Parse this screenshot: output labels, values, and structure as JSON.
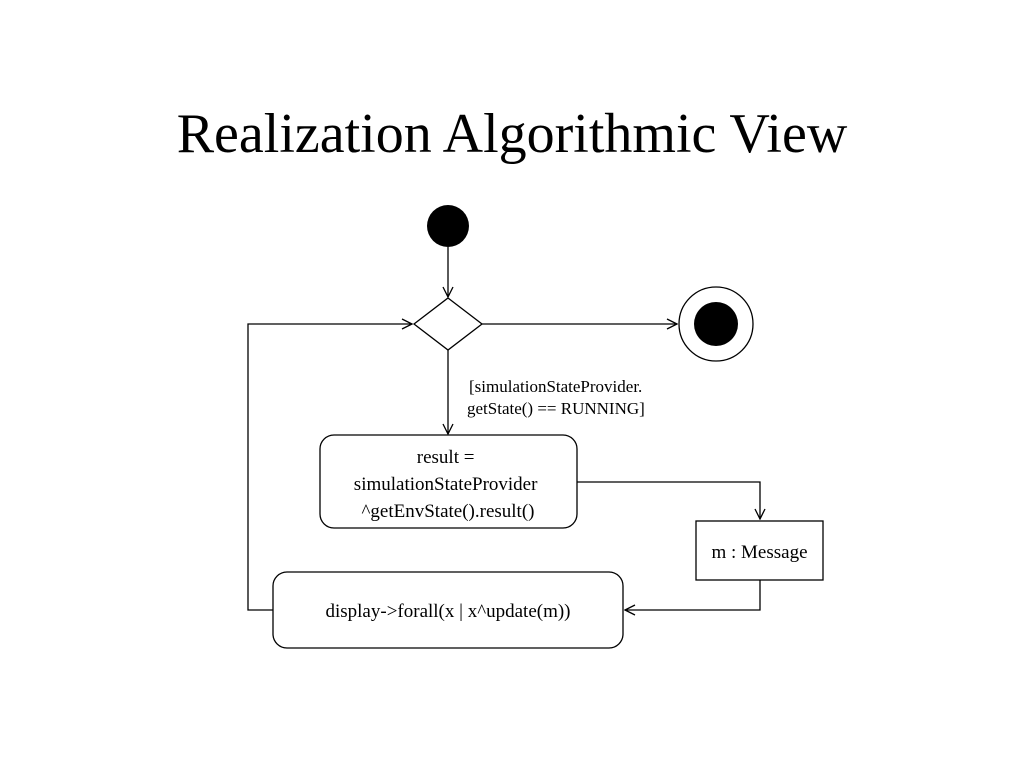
{
  "slide": {
    "title": "Realization Algorithmic View"
  },
  "diagram": {
    "guard": {
      "line1": "[simulationStateProvider.",
      "line2": "getState() == RUNNING]"
    },
    "action_result": {
      "line1": "result =",
      "line2": "simulationStateProvider",
      "line3": "^getEnvState().result()"
    },
    "object_node": {
      "label": "m : Message"
    },
    "action_display": {
      "label": "display->forall(x | x^update(m))"
    }
  }
}
